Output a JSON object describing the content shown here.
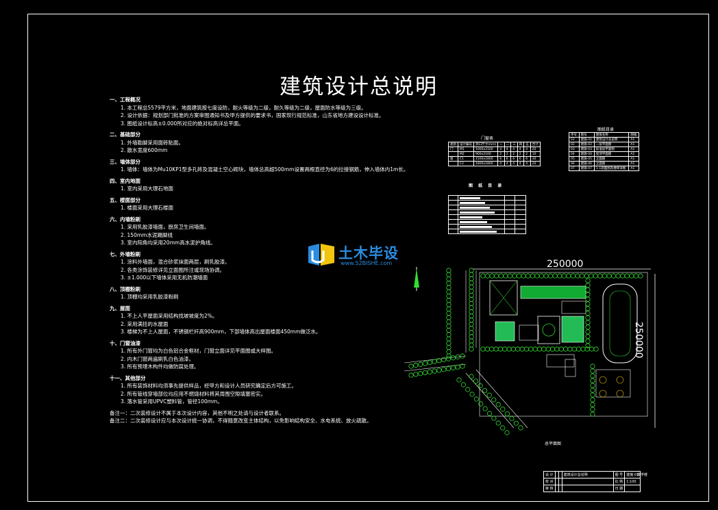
{
  "title": "建筑设计总说明",
  "notes": [
    {
      "head": "一、工程概况",
      "lines": [
        "1. 本工程总5579平方米，地面建筑按七度设防，耐火等级为二级，耐久等级为二级，屋面防水等级为三级。",
        "2. 设计依据：规划部门批准的方案审图通知书及甲方提供的要求书，国家现行规范标准，山东省地方建设设计标准。",
        "3. 图纸设计标高±0.000所对应的绝对标高详总平面。"
      ]
    },
    {
      "head": "二、基础部分",
      "lines": [
        "1. 外墙勒脚采用面砖贴面。",
        "2. 散水宽度600mm"
      ]
    },
    {
      "head": "三、墙体部分",
      "lines": [
        "1. 墙体：墙体为Mu10KP1型多孔砖及混凝土空心砌块，墙体总高超500mm设置两根直径为6的拉接钢筋，伸入墙体内1m长。"
      ]
    },
    {
      "head": "四、室内地面",
      "lines": [
        "1. 室内采用大理石地面"
      ]
    },
    {
      "head": "五、楼面部分",
      "lines": [
        "1. 楼面采用大理石楼面"
      ]
    },
    {
      "head": "六、内墙粉刷",
      "lines": [
        "1. 采用乳胶漆墙面，厨房卫生间墙面。",
        "2. 150mm水泥踢脚线",
        "3. 室内阳角均采用20mm高水泥护角线。"
      ]
    },
    {
      "head": "七、外墙粉刷",
      "lines": [
        "1. 涂料外墙面，混合砂浆抹面两层，刷乳胶漆。",
        "2. 各类涂饰装修详见立面图所注或现场协调。",
        "3. ±1.000以下墙体采用无机防潮墙面"
      ]
    },
    {
      "head": "八、顶棚粉刷",
      "lines": [
        "1. 顶棚均采用乳胶漆粉刷"
      ]
    },
    {
      "head": "九、屋面",
      "lines": [
        "1. 不上人平屋面采用结构找坡坡度为2%。",
        "2. 采用满挂的水屋面",
        "3. 楼梯为不上人屋面，不锈钢栏杆高900mm，下部墙体高出屋面楼面450mm做泛水。"
      ]
    },
    {
      "head": "十、门窗油漆",
      "lines": [
        "1. 所有外门窗均为白色铝合金框材，门窗立面详见平面图或大样图。",
        "2. 内木门窗两遍刷乳白色油漆。",
        "3. 所有预埋木构件均做防腐处理。"
      ]
    },
    {
      "head": "十一、其他部分",
      "lines": [
        "1. 所有装饰材料均须事先提供样品，经甲方和设计人员研究确定后方可施工。",
        "2. 所有管线穿墙部位均应用不燃烧材料将其周围空隙填塞密实。",
        "3. 落水管采用UPVC塑料管，管径100mm。"
      ]
    }
  ],
  "remarks": [
    "备注一：二次装修设计不属于本次设计内容，其他不明之处请与设计者联系。",
    "备注二：二次装修设计应与本次设计统一协调，不得随意改变主体结构，以免影响结构安全、水电系统、放火疏散。"
  ],
  "door_table": {
    "caption": "门窗表",
    "rows": [
      [
        "类别",
        "设计编号",
        "洞口尺寸(mm)",
        "一",
        "二",
        "三",
        "四",
        "五",
        "合计"
      ],
      [
        "门",
        "M1",
        "1000x2100",
        "4",
        "4",
        "4",
        "4",
        "4",
        "20"
      ],
      [
        "",
        "M2",
        "900x2100",
        "2",
        "2",
        "2",
        "2",
        "2",
        "10"
      ],
      [
        "窗",
        "C1",
        "1500x1800",
        "6",
        "6",
        "6",
        "6",
        "6",
        "30"
      ],
      [
        "",
        "C2",
        "1800x1800",
        "4",
        "4",
        "4",
        "4",
        "4",
        "20"
      ]
    ]
  },
  "drawing_index": {
    "caption": "图纸目录",
    "rows": [
      [
        "序号",
        "图号",
        "图纸名称",
        "图幅"
      ],
      [
        "01",
        "建施-01",
        "建筑设计总说明",
        "A1"
      ],
      [
        "02",
        "建施-02",
        "一层平面图",
        "A1"
      ],
      [
        "03",
        "建施-03",
        "标准层平面图",
        "A1"
      ],
      [
        "04",
        "建施-04",
        "屋顶平面图",
        "A1"
      ],
      [
        "05",
        "建施-05",
        "立面图",
        "A1"
      ],
      [
        "06",
        "建施-06",
        "立面图",
        "A1"
      ],
      [
        "07",
        "建施-07",
        "1-1剖面图及楼梯详图",
        "A1"
      ]
    ]
  },
  "index_table": {
    "caption": "图 纸 目 录",
    "rows": 8
  },
  "logo": {
    "name": "土木毕设",
    "url": "www.52BISHE.com"
  },
  "site": {
    "dim_top": "250000",
    "dim_right": "250000",
    "caption": "总平面图",
    "accent": "#33dd33"
  },
  "title_block": {
    "school": "教学楼",
    "rows": [
      [
        "设 计",
        "",
        "",
        "建筑设计总说明",
        "图 号",
        "建施-01"
      ],
      [
        "校 对",
        "",
        "",
        "",
        "比 例",
        "1:100"
      ],
      [
        "审 核",
        "",
        "",
        "",
        "日 期",
        ""
      ]
    ]
  }
}
